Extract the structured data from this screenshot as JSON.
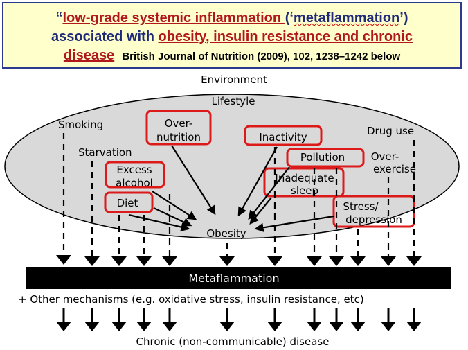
{
  "header": {
    "open_quote": "“",
    "phrase1": "low-grade systemic inflammation ",
    "paren_open": "(‘",
    "metaflammation": "metaflammation",
    "paren_close": "’)",
    "assoc": "associated with ",
    "phrase2": "obesity, insulin resistance and chronic",
    "phrase3": "disease",
    "citation": "British Journal of Nutrition (2009), 102, 1238–1242 below"
  },
  "diagram": {
    "environment": "Environment",
    "lifestyle": "Lifestyle",
    "smoking": "Smoking",
    "starvation": "Starvation",
    "over_nutrition": [
      "Over-",
      "nutrition"
    ],
    "inactivity": "Inactivity",
    "drug_use": "Drug use",
    "excess_alcohol": [
      "Excess",
      "alcohol"
    ],
    "pollution": "Pollution",
    "over_exercise": [
      "Over-",
      "exercise"
    ],
    "diet": "Diet",
    "inadequate_sleep": [
      "Inadequate",
      "sleep"
    ],
    "stress_depression": [
      "Stress/",
      "depression"
    ],
    "obesity": "Obesity",
    "metaflammation": "Metaflammation",
    "other_mechanisms": "+ Other mechanisms (e.g. oxidative stress, insulin resistance, etc)",
    "chronic_disease": "Chronic (non-communicable) disease"
  },
  "colors": {
    "header_bg": "#ffffcc",
    "header_border": "#2b3a8c",
    "highlight_red": "#b0181e",
    "box_red": "#dd1a1a",
    "ellipse_fill": "#d9d9d9",
    "bar_fill": "#000000"
  }
}
